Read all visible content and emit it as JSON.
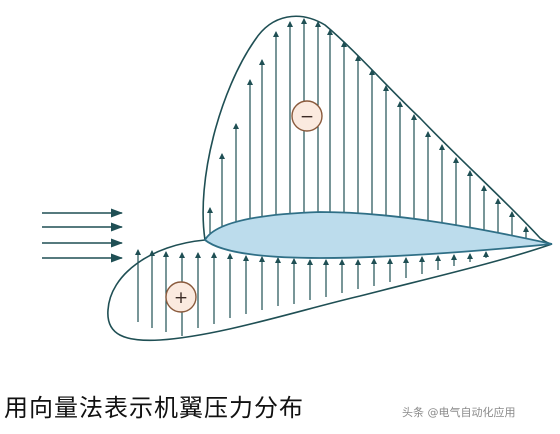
{
  "caption": "用向量法表示机翼压力分布",
  "watermark": "头条 @电气自动化应用",
  "signs": {
    "suction": "−",
    "pressure": "+"
  },
  "colors": {
    "line": "#1f4f54",
    "airfoil_fill": "#bcdcec",
    "airfoil_stroke": "#2f6f86",
    "sign_fill": "#fbeadf",
    "sign_stroke": "#8a5a3c"
  },
  "flow_arrows": 4
}
